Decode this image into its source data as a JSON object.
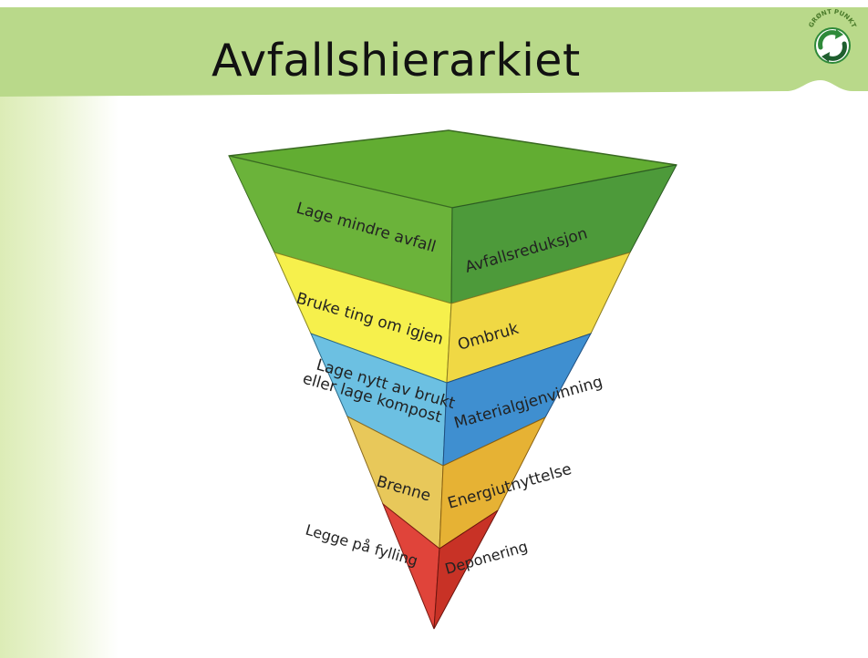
{
  "slide": {
    "title": "Avfallshierarkiet",
    "logo": {
      "text": "GRØNT PUNKT",
      "icon": "green-dot-recycling-logo"
    }
  },
  "hierarchy": [
    {
      "level": 1,
      "everyday_label": "Lage mindre avfall",
      "term": "Avfallsreduksjon",
      "color": "#6aaa3a"
    },
    {
      "level": 2,
      "everyday_label": "Bruke ting om igjen",
      "term": "Ombruk",
      "color": "#f2ec4a"
    },
    {
      "level": 3,
      "everyday_label_lines": [
        "Lage nytt av brukt",
        "eller lage kompost"
      ],
      "term": "Materialgjenvinning",
      "color": "#5ab4dc"
    },
    {
      "level": 4,
      "everyday_label": "Brenne",
      "term": "Energiutnyttelse",
      "color": "#eabf4a"
    },
    {
      "level": 5,
      "everyday_label": "Legge på fylling",
      "term": "Deponering",
      "color": "#d93a2e"
    }
  ],
  "colors": {
    "header_band": "#b9d98a",
    "top_face": "#62ad32",
    "left_gradient": "#dcecb6"
  }
}
